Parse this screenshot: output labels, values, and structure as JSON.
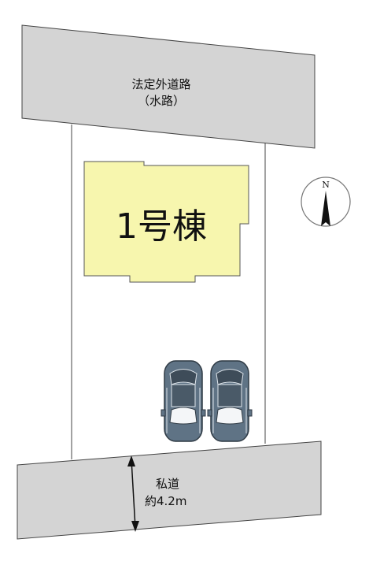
{
  "road_top": {
    "name": "法定外道路",
    "sub": "（水路）"
  },
  "building": {
    "label": "1号棟"
  },
  "compass": {
    "label": "N"
  },
  "road_bottom": {
    "name": "私道",
    "width": "約4.2m"
  },
  "colors": {
    "road": "#d4d4d4",
    "building": "#f7f6ae",
    "car": "#5f7385",
    "line": "#333333"
  }
}
